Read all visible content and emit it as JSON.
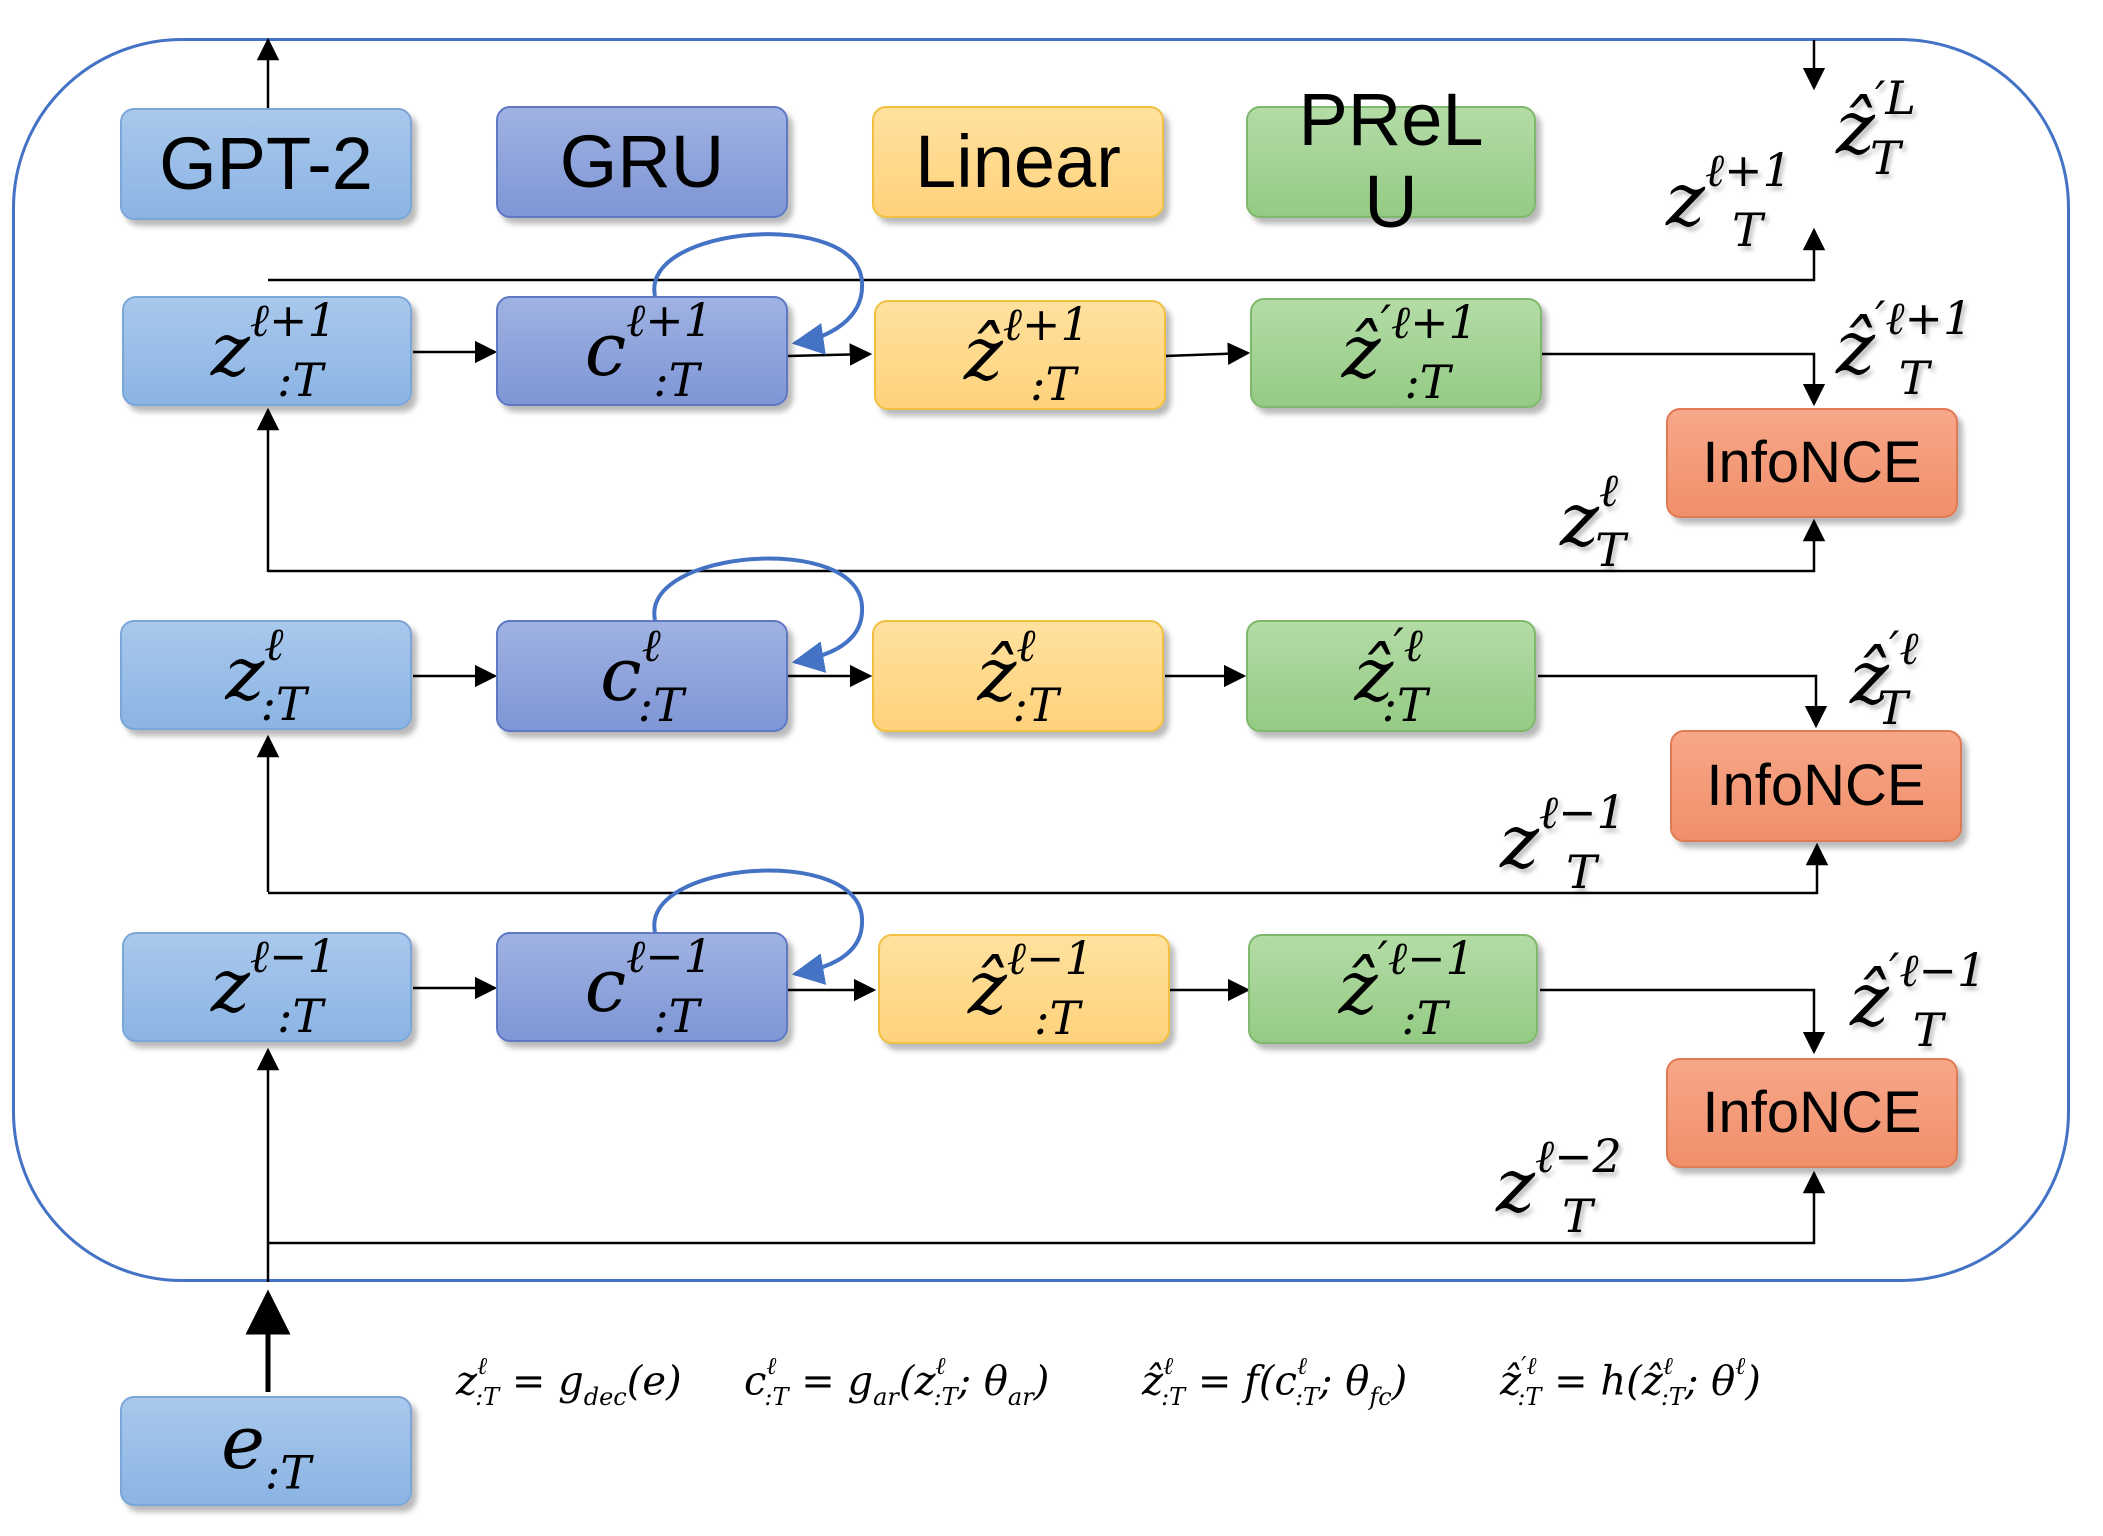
{
  "legend": {
    "gpt2": "GPT-2",
    "gru": "GRU",
    "linear": "Linear",
    "prelu_line1": "PReL",
    "prelu_line2": "U"
  },
  "loss_label": "InfoNCE",
  "input": {
    "base": "e",
    "sub": ":T"
  },
  "rows": [
    {
      "level": "ℓ+1",
      "z": {
        "base": "z",
        "sup": "ℓ+1",
        "sub": ":T"
      },
      "c": {
        "base": "c",
        "sup": "ℓ+1",
        "sub": ":T"
      },
      "zhat": {
        "base": "ẑ",
        "sup": "ℓ+1",
        "sub": ":T"
      },
      "zprime": {
        "base": "ẑ",
        "sup": "′ℓ+1",
        "sub": ":T"
      },
      "label_pred": {
        "base": "ẑ",
        "sup": "′ℓ+1",
        "sub": "T"
      },
      "label_target": {
        "base": "z",
        "sup": "ℓ",
        "sub": "T"
      }
    },
    {
      "level": "ℓ",
      "z": {
        "base": "z",
        "sup": "ℓ",
        "sub": ":T"
      },
      "c": {
        "base": "c",
        "sup": "ℓ",
        "sub": ":T"
      },
      "zhat": {
        "base": "ẑ",
        "sup": "ℓ",
        "sub": ":T"
      },
      "zprime": {
        "base": "ẑ",
        "sup": "′ℓ",
        "sub": ":T"
      },
      "label_pred": {
        "base": "ẑ",
        "sup": "′ℓ",
        "sub": "T"
      },
      "label_target": {
        "base": "z",
        "sup": "ℓ−1",
        "sub": "T"
      }
    },
    {
      "level": "ℓ−1",
      "z": {
        "base": "z",
        "sup": "ℓ−1",
        "sub": ":T"
      },
      "c": {
        "base": "c",
        "sup": "ℓ−1",
        "sub": ":T"
      },
      "zhat": {
        "base": "ẑ",
        "sup": "ℓ−1",
        "sub": ":T"
      },
      "zprime": {
        "base": "ẑ",
        "sup": "′ℓ−1",
        "sub": ":T"
      },
      "label_pred": {
        "base": "ẑ",
        "sup": "′ℓ−1",
        "sub": "T"
      },
      "label_target": {
        "base": "z",
        "sup": "ℓ−2",
        "sub": "T"
      }
    }
  ],
  "top_labels": {
    "zL": {
      "base": "ẑ",
      "sup": "′L",
      "sub": "T"
    },
    "z_next": {
      "base": "z",
      "sup": "ℓ+1",
      "sub": "T"
    }
  },
  "equations": [
    {
      "lhs_base": "z",
      "lhs_sup": "ℓ",
      "lhs_sub": ":T",
      "rhs": " = g",
      "rhs_sub": "dec",
      "rhs_tail": "(e)"
    },
    {
      "lhs_base": "c",
      "lhs_sup": "ℓ",
      "lhs_sub": ":T",
      "rhs": " = g",
      "rhs_sub": "ar",
      "rhs_tail": "(z",
      "arg_sup": "ℓ",
      "arg_sub": ":T",
      "rhs_end": "; θ",
      "end_sub": "ar",
      "close": ")"
    },
    {
      "lhs_base": "ẑ",
      "lhs_sup": "ℓ",
      "lhs_sub": ":T",
      "rhs": " = f",
      "rhs_sub": "",
      "rhs_tail": "(c",
      "arg_sup": "ℓ",
      "arg_sub": ":T",
      "rhs_end": "; θ",
      "end_sub": "fc",
      "close": ")"
    },
    {
      "lhs_base": "ẑ",
      "lhs_sup": "′ℓ",
      "lhs_sub": ":T",
      "rhs": " = h",
      "rhs_sub": "",
      "rhs_tail": "(ẑ",
      "arg_sup": "ℓ",
      "arg_sub": ":T",
      "rhs_end": "; θ",
      "end_sup": "ℓ",
      "close": ")"
    }
  ],
  "colors": {
    "frame": "#4472c4",
    "recurrent_arrow": "#4472c4",
    "blue_box": "#9dc0ea",
    "purple_box": "#8ea3dc",
    "yellow_box": "#ffd98a",
    "green_box": "#a4d394",
    "orange_box": "#f39a78"
  }
}
